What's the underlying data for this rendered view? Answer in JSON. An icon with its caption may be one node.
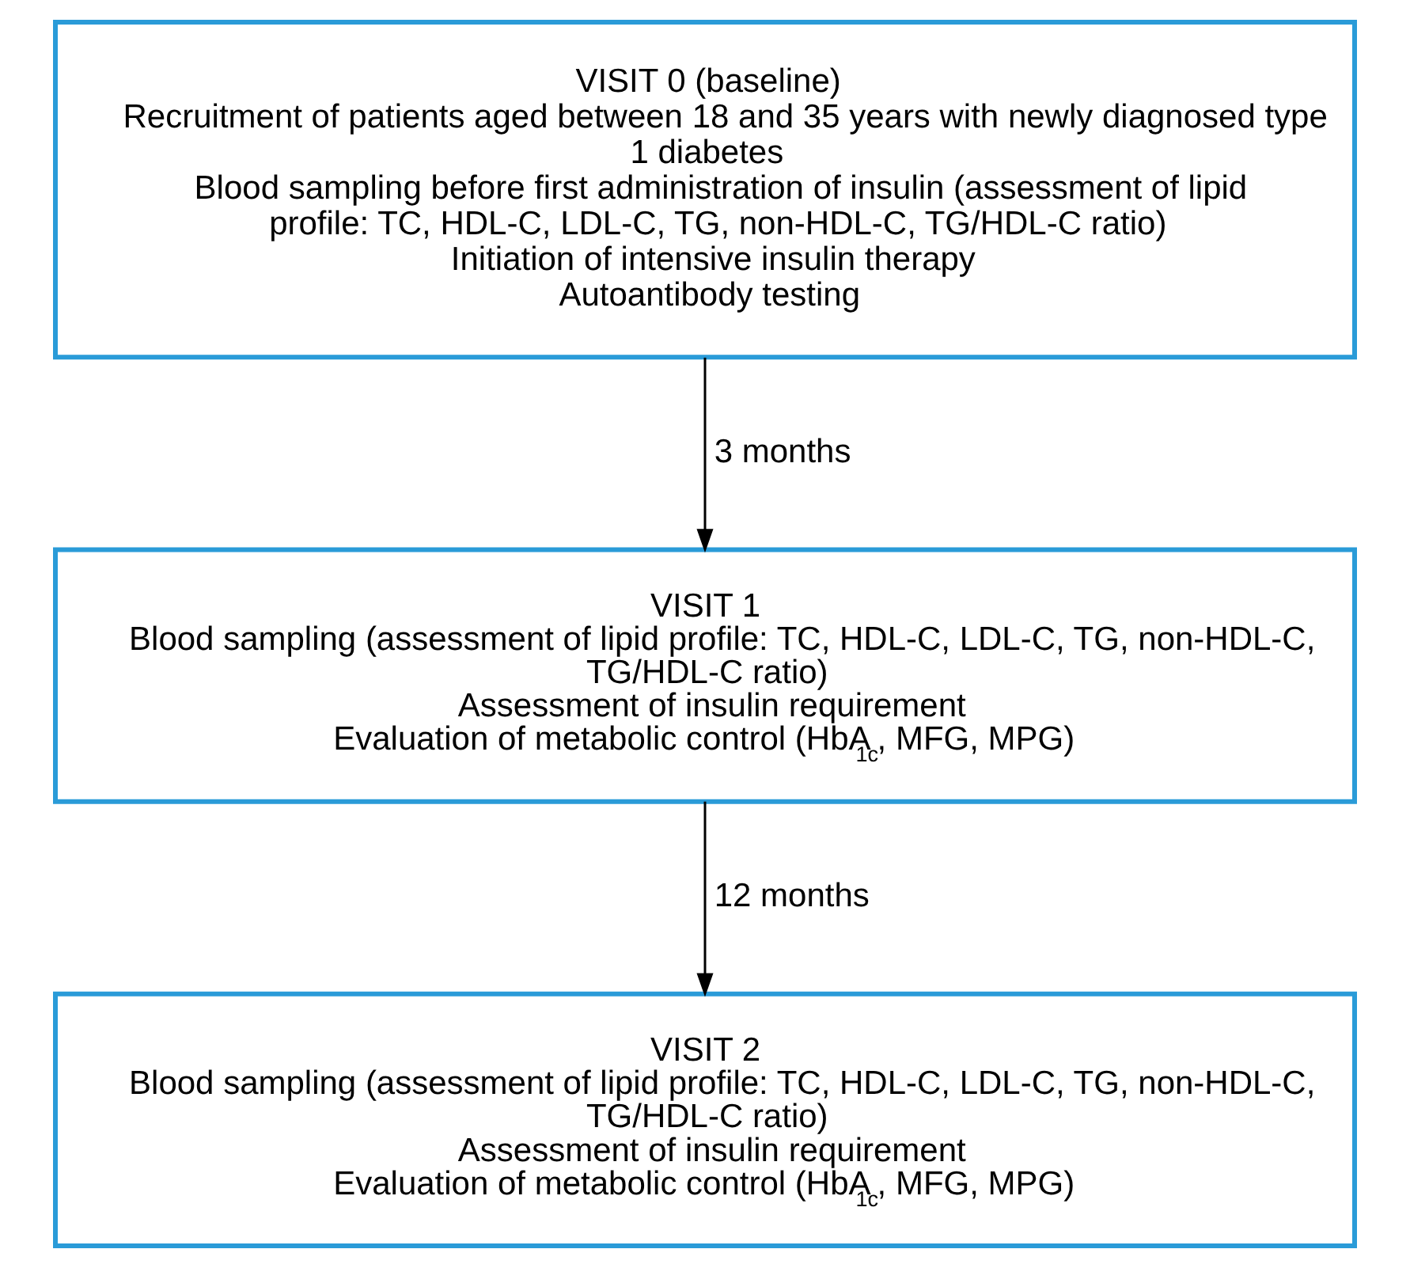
{
  "diagram": {
    "nodes": [
      {
        "text": [
          "VISIT 0 (baseline)",
          "Recruitment of patients aged between 18 and 35 years with newly diagnosed type 1 diabetes",
          "Blood sampling before first administration of insulin (assessment of lipid profile: TC, HDL-C, LDL-C, TG, non-HDL-C, TG/HDL-C ratio)",
          "Initiation of intensive insulin therapy",
          "Autoantibody testing"
        ]
      },
      {
        "text": [
          "VISIT 1",
          "Blood sampling (assessment of lipid profile: TC, HDL-C, LDL-C, TG, non-HDL-C, TG/HDL-C ratio)",
          "Assessment of insulin requirement",
          "Evaluation of metabolic control (HbA$_{1c}$, MFG, MPG)"
        ]
      },
      {
        "text": [
          "VISIT 2",
          "Blood sampling (assessment of lipid profile: TC, HDL-C, LDL-C, TG, non-HDL-C, TG/HDL-C ratio)",
          "Assessment of insulin requirement",
          "Evaluation of metabolic control (HbA$_{1c}$, MFG, MPG)"
        ]
      }
    ],
    "edges": [
      {
        "from": 0,
        "to": 1,
        "arrow": "to",
        "label": "3 months"
      },
      {
        "from": 1,
        "to": 2,
        "arrow": "to",
        "label": "12 months"
      }
    ]
  }
}
